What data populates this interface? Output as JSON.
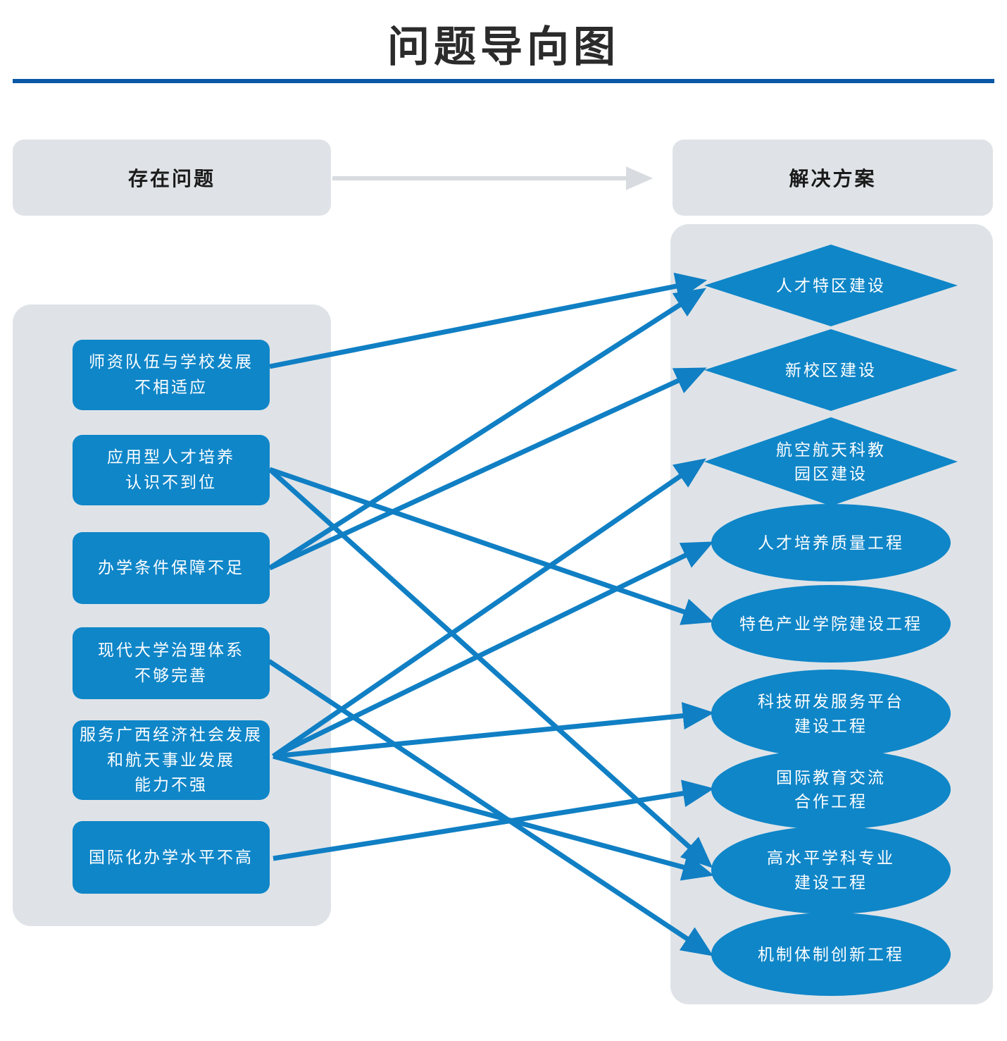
{
  "title": "问题导向图",
  "headers": {
    "problems": "存在问题",
    "solutions": "解决方案"
  },
  "problems": {
    "items": [
      {
        "id": "p1",
        "text": "师资队伍与学校发展\n不相适应"
      },
      {
        "id": "p2",
        "text": "应用型人才培养\n认识不到位"
      },
      {
        "id": "p3",
        "text": "办学条件保障不足"
      },
      {
        "id": "p4",
        "text": "现代大学治理体系\n不够完善"
      },
      {
        "id": "p5",
        "text": "服务广西经济社会发展\n和航天事业发展\n能力不强"
      },
      {
        "id": "p6",
        "text": "国际化办学水平不高"
      }
    ]
  },
  "solutions": {
    "items": [
      {
        "id": "s1",
        "shape": "diamond",
        "text": "人才特区建设"
      },
      {
        "id": "s2",
        "shape": "diamond",
        "text": "新校区建设"
      },
      {
        "id": "s3",
        "shape": "diamond",
        "text": "航空航天科教\n园区建设"
      },
      {
        "id": "s4",
        "shape": "ellipse",
        "text": "人才培养质量工程"
      },
      {
        "id": "s5",
        "shape": "ellipse",
        "text": "特色产业学院建设工程"
      },
      {
        "id": "s6",
        "shape": "ellipse",
        "text": "科技研发服务平台\n建设工程"
      },
      {
        "id": "s7",
        "shape": "ellipse",
        "text": "国际教育交流\n合作工程"
      },
      {
        "id": "s8",
        "shape": "ellipse",
        "text": "高水平学科专业\n建设工程"
      },
      {
        "id": "s9",
        "shape": "ellipse",
        "text": "机制体制创新工程"
      }
    ]
  },
  "edges": [
    {
      "from": "p1",
      "to": "s1"
    },
    {
      "from": "p3",
      "to": "s1"
    },
    {
      "from": "p3",
      "to": "s2"
    },
    {
      "from": "p5",
      "to": "s3"
    },
    {
      "from": "p5",
      "to": "s4"
    },
    {
      "from": "p2",
      "to": "s5"
    },
    {
      "from": "p5",
      "to": "s6"
    },
    {
      "from": "p6",
      "to": "s7"
    },
    {
      "from": "p2",
      "to": "s8"
    },
    {
      "from": "p5",
      "to": "s8"
    },
    {
      "from": "p4",
      "to": "s9"
    }
  ],
  "colors": {
    "shape_blue": "#0f86c8",
    "arrow_blue": "#107fc4",
    "panel_gray": "#dfe3e7",
    "gray_arrow": "#d8dce0",
    "rule_blue": "#0a58a6"
  }
}
